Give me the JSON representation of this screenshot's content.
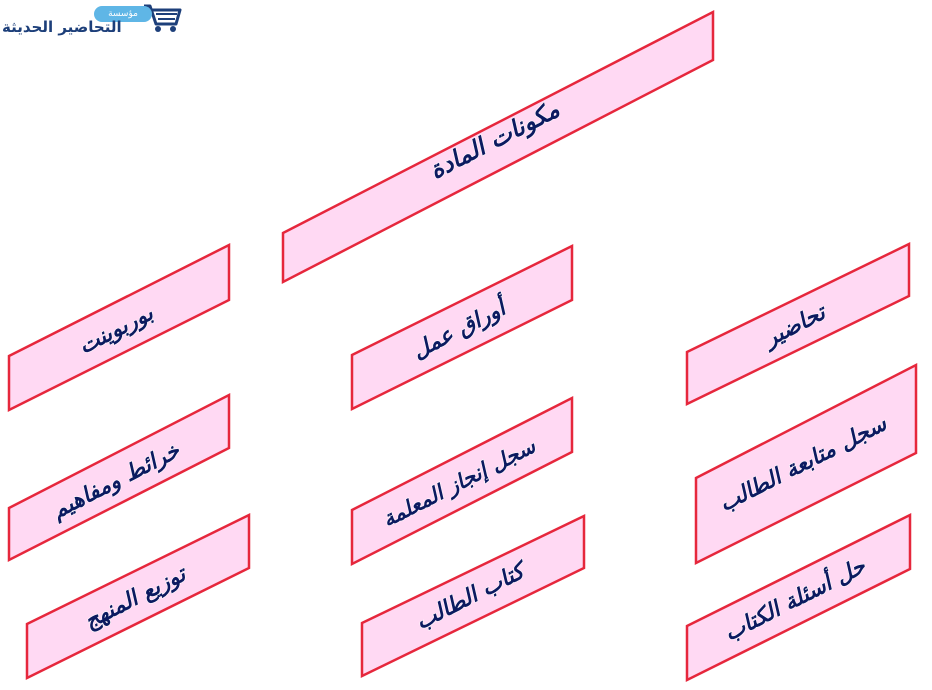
{
  "logo": {
    "text": "التحاضير الحديثة",
    "badge": "مؤسسة",
    "icon": "cart-icon"
  },
  "diagram": {
    "root": "مكونات المادة",
    "items": [
      "بوربوينت",
      "أوراق عمل",
      "تحاضير",
      "خرائط ومفاهيم",
      "سجل إنجاز المعلمة",
      "سجل متابعة الطالب",
      "توزيع المنهج",
      "كتاب الطالب",
      "حل أسئلة الكتاب"
    ]
  },
  "colors": {
    "box_fill": "#ffd9f3",
    "box_stroke": "#e6273c",
    "text": "#0c1a60",
    "logo_text": "#1d3f7a"
  }
}
